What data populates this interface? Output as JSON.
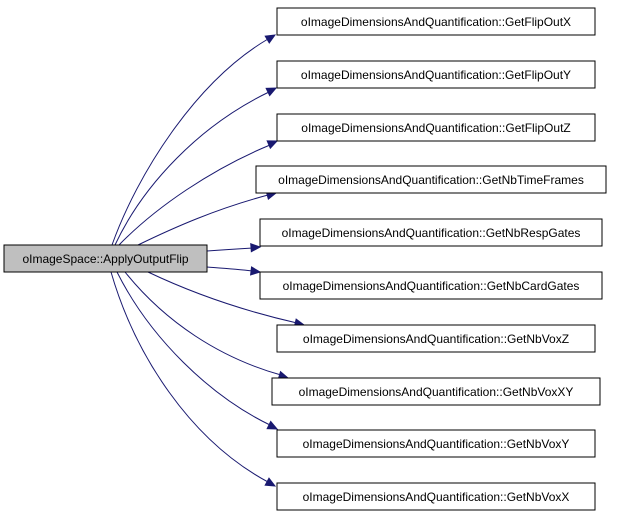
{
  "graph": {
    "root": {
      "label": "oImageSpace::ApplyOutputFlip"
    },
    "callees": [
      {
        "label": "oImageDimensionsAndQuantification::GetFlipOutX"
      },
      {
        "label": "oImageDimensionsAndQuantification::GetFlipOutY"
      },
      {
        "label": "oImageDimensionsAndQuantification::GetFlipOutZ"
      },
      {
        "label": "oImageDimensionsAndQuantification::GetNbTimeFrames"
      },
      {
        "label": "oImageDimensionsAndQuantification::GetNbRespGates"
      },
      {
        "label": "oImageDimensionsAndQuantification::GetNbCardGates"
      },
      {
        "label": "oImageDimensionsAndQuantification::GetNbVoxZ"
      },
      {
        "label": "oImageDimensionsAndQuantification::GetNbVoxXY"
      },
      {
        "label": "oImageDimensionsAndQuantification::GetNbVoxY"
      },
      {
        "label": "oImageDimensionsAndQuantification::GetNbVoxX"
      }
    ],
    "colors": {
      "edge": "#191970",
      "root_fill": "#bfbfbf",
      "node_fill": "#ffffff",
      "border": "#000000"
    }
  }
}
